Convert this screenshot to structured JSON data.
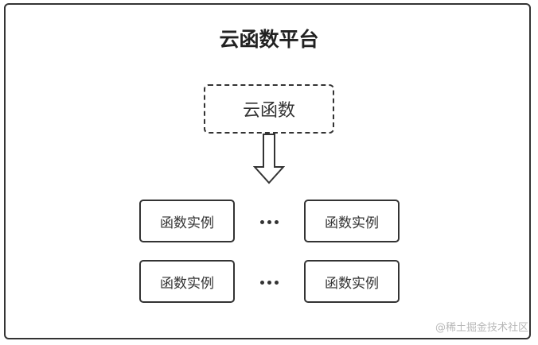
{
  "title": "云函数平台",
  "function_label": "云函数",
  "instances": [
    {
      "label": "函数实例"
    },
    {
      "label": "函数实例"
    },
    {
      "label": "函数实例"
    },
    {
      "label": "函数实例"
    }
  ],
  "watermark": "@稀土掘金技术社区",
  "colors": {
    "stroke": "#333333",
    "text": "#222222",
    "watermark": "#b8b8b8"
  }
}
